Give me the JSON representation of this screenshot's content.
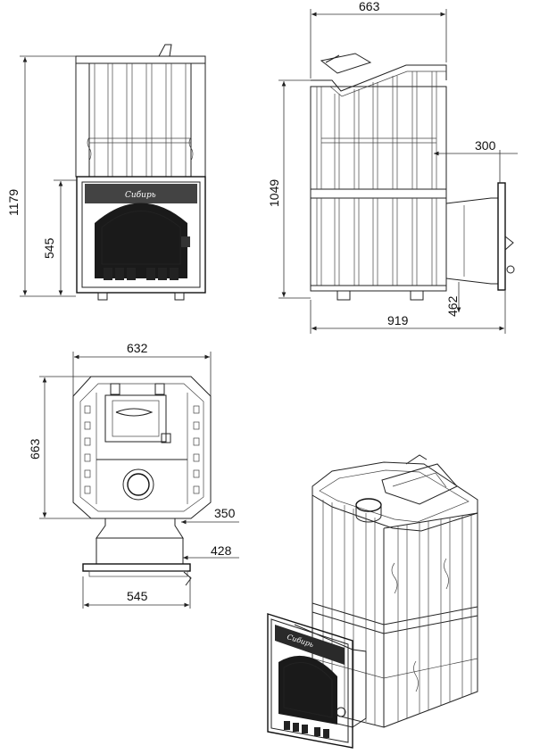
{
  "dimensions": {
    "front": {
      "height_total": "1179",
      "height_door": "545"
    },
    "side": {
      "width_top": "663",
      "height": "1049",
      "door_offset": "300",
      "door_height": "462",
      "length": "919"
    },
    "top": {
      "width": "632",
      "depth": "663",
      "door_width_a": "350",
      "door_width_b": "428",
      "door_width_c": "545"
    }
  }
}
